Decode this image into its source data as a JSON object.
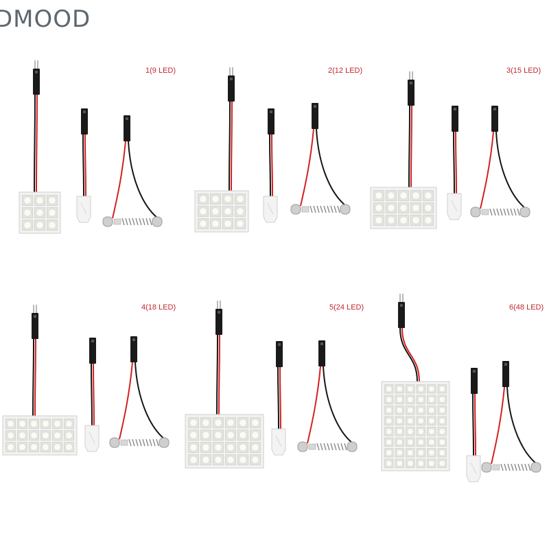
{
  "brand": "DMOOD",
  "colors": {
    "label": "#c0272d",
    "wire_red": "#d42020",
    "wire_black": "#141414",
    "pcb": "#f2f2f2",
    "led": "#fbfbf5"
  },
  "variants": [
    {
      "label": "1(9 LED)",
      "led_cols": 3,
      "led_rows": 3
    },
    {
      "label": "2(12 LED)",
      "led_cols": 4,
      "led_rows": 3
    },
    {
      "label": "3(15 LED)",
      "led_cols": 5,
      "led_rows": 3
    },
    {
      "label": "4(18 LED)",
      "led_cols": 6,
      "led_rows": 3
    },
    {
      "label": "5(24 LED)",
      "led_cols": 6,
      "led_rows": 4
    },
    {
      "label": "6(48 LED)",
      "led_cols": 6,
      "led_rows": 8
    }
  ]
}
